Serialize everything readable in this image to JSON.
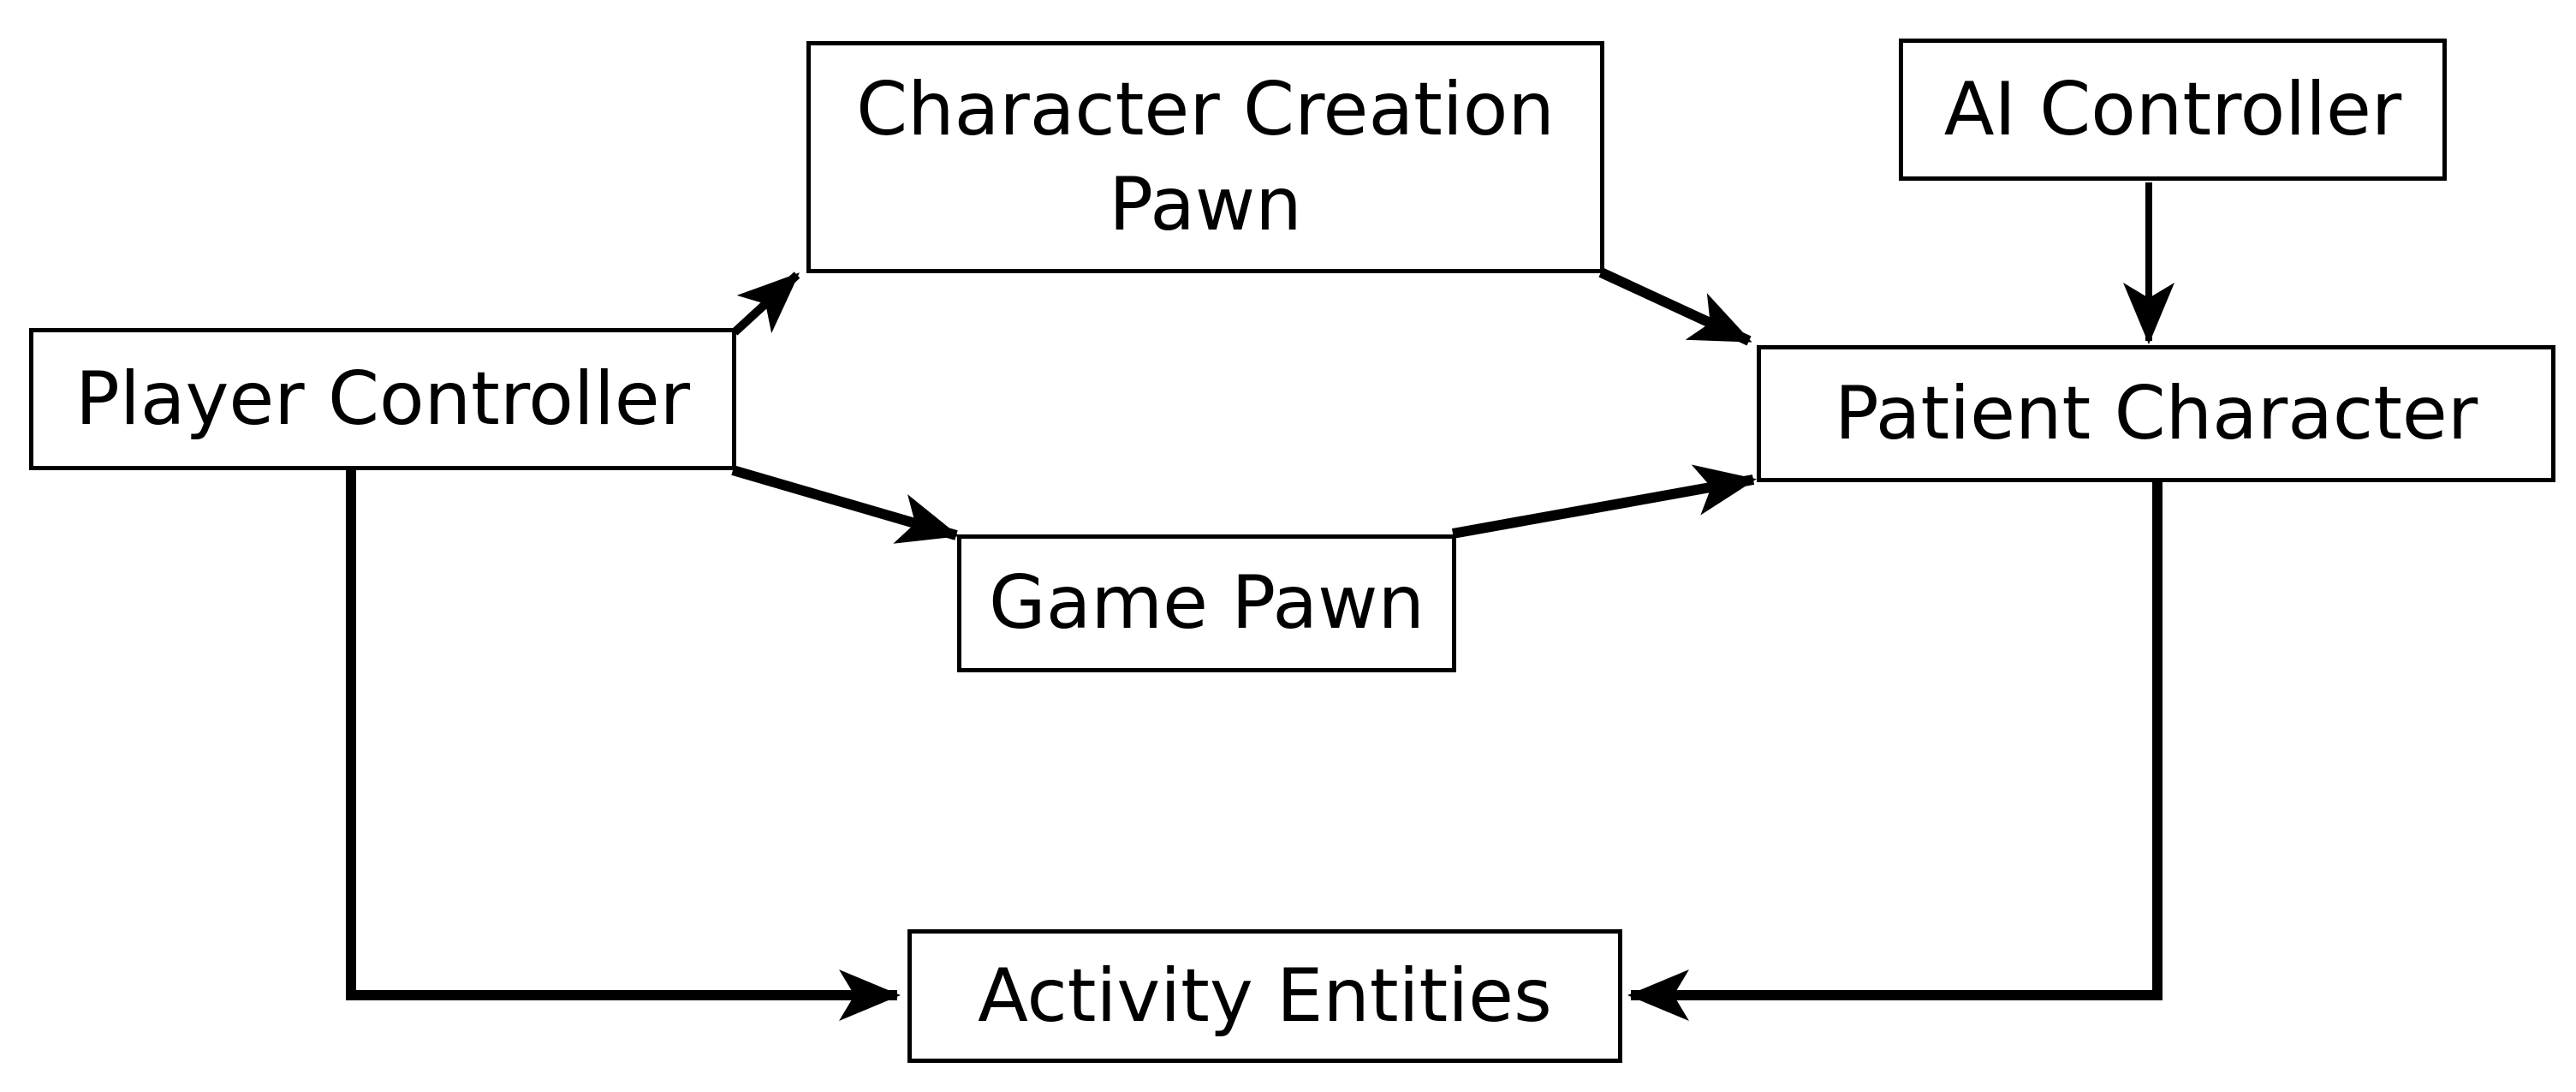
{
  "diagram": {
    "background_color": "#ffffff",
    "stroke_color": "#000000",
    "nodes": [
      {
        "id": "player-controller",
        "label": "Player Controller"
      },
      {
        "id": "character-creation-pawn",
        "label": "Character Creation\nPawn"
      },
      {
        "id": "ai-controller",
        "label": "AI Controller"
      },
      {
        "id": "patient-character",
        "label": "Patient Character"
      },
      {
        "id": "game-pawn",
        "label": "Game Pawn"
      },
      {
        "id": "activity-entities",
        "label": "Activity Entities"
      }
    ],
    "edges": [
      {
        "from": "player-controller",
        "to": "character-creation-pawn"
      },
      {
        "from": "character-creation-pawn",
        "to": "patient-character"
      },
      {
        "from": "player-controller",
        "to": "game-pawn"
      },
      {
        "from": "game-pawn",
        "to": "patient-character"
      },
      {
        "from": "ai-controller",
        "to": "patient-character"
      },
      {
        "from": "player-controller",
        "to": "activity-entities"
      },
      {
        "from": "patient-character",
        "to": "activity-entities"
      }
    ]
  }
}
